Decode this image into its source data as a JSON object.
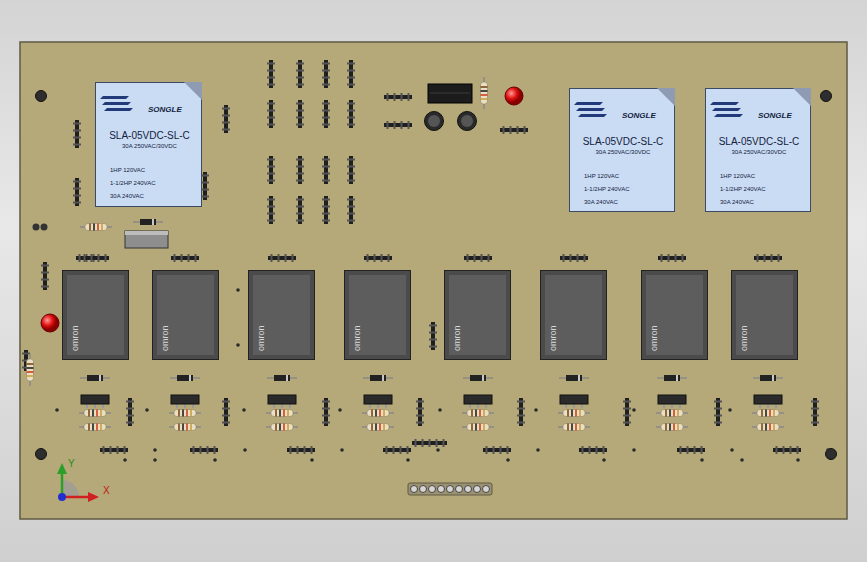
{
  "diagram": {
    "nodes": [
      {
        "text": [
          "SONGLE",
          "SLA-05VDC-SL-C",
          "30A 250VAC/30VDC",
          "1HP 120VAC",
          "1-1/2HP 240VAC",
          "30A 240VAC"
        ]
      },
      {
        "text": [
          "SONGLE",
          "SLA-05VDC-SL-C",
          "30A 250VAC/30VDC",
          "1HP 120VAC",
          "1-1/2HP 240VAC",
          "30A 240VAC"
        ]
      },
      {
        "text": [
          "SONGLE",
          "SLA-05VDC-SL-C",
          "30A 250VAC/30VDC",
          "1HP 120VAC",
          "1-1/2HP 240VAC",
          "30A 240VAC"
        ]
      },
      {
        "text": [
          "omron"
        ]
      },
      {
        "text": [
          "omron"
        ]
      },
      {
        "text": [
          "omron"
        ]
      },
      {
        "text": [
          "omron"
        ]
      },
      {
        "text": [
          "omron"
        ]
      },
      {
        "text": [
          "omron"
        ]
      },
      {
        "text": [
          "omron"
        ]
      },
      {
        "text": [
          "omron"
        ]
      }
    ],
    "labels": [
      "Y",
      "X"
    ]
  }
}
